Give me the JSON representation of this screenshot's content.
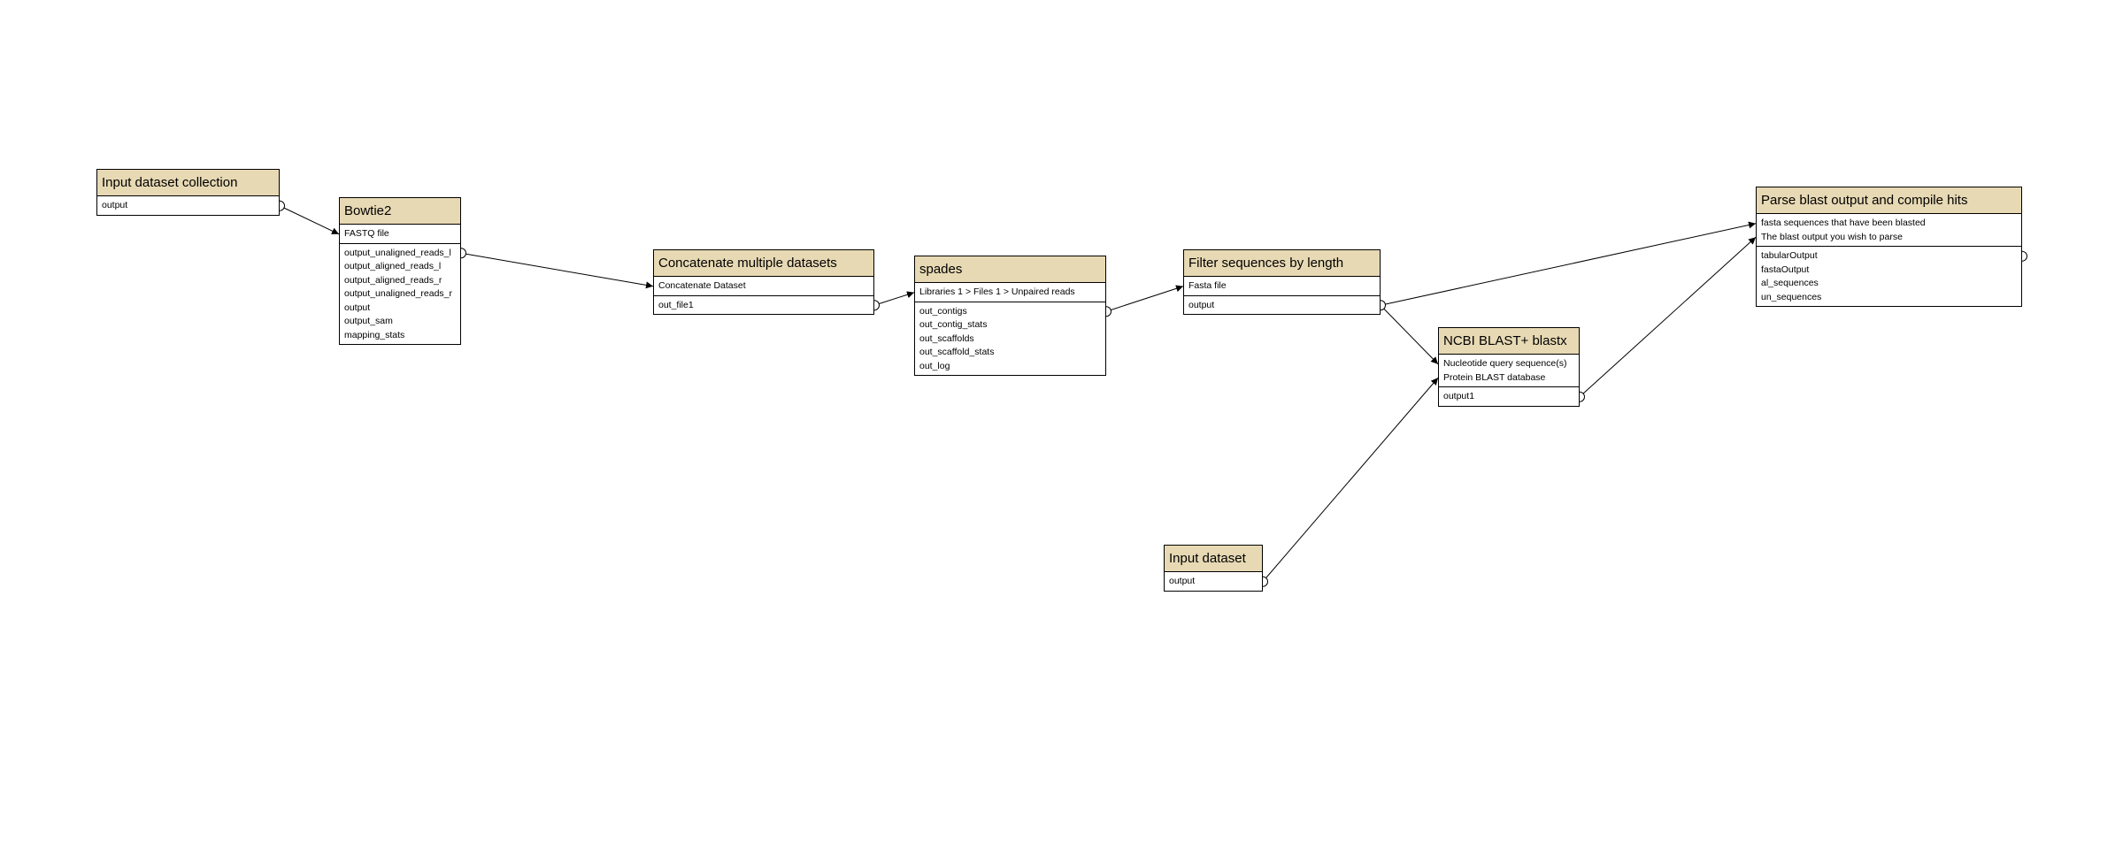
{
  "workflow": {
    "nodes": [
      {
        "id": "input-collection",
        "title": "Input dataset collection",
        "inputs": [],
        "outputs": [
          "output"
        ]
      },
      {
        "id": "bowtie2",
        "title": "Bowtie2",
        "inputs": [
          "FASTQ file"
        ],
        "outputs": [
          "output_unaligned_reads_l",
          "output_aligned_reads_l",
          "output_aligned_reads_r",
          "output_unaligned_reads_r",
          "output",
          "output_sam",
          "mapping_stats"
        ]
      },
      {
        "id": "concatenate",
        "title": "Concatenate multiple datasets",
        "inputs": [
          "Concatenate Dataset"
        ],
        "outputs": [
          "out_file1"
        ]
      },
      {
        "id": "spades",
        "title": "spades",
        "inputs": [
          "Libraries 1 > Files 1 > Unpaired reads"
        ],
        "outputs": [
          "out_contigs",
          "out_contig_stats",
          "out_scaffolds",
          "out_scaffold_stats",
          "out_log"
        ]
      },
      {
        "id": "filter",
        "title": "Filter sequences by length",
        "inputs": [
          "Fasta file"
        ],
        "outputs": [
          "output"
        ]
      },
      {
        "id": "blastx",
        "title": "NCBI BLAST+ blastx",
        "inputs": [
          "Nucleotide query sequence(s)",
          "Protein BLAST database"
        ],
        "outputs": [
          "output1"
        ]
      },
      {
        "id": "input-dataset",
        "title": "Input dataset",
        "inputs": [],
        "outputs": [
          "output"
        ]
      },
      {
        "id": "parse-blast",
        "title": "Parse blast output and compile hits",
        "inputs": [
          "fasta sequences that have been blasted",
          "The blast output you wish to parse"
        ],
        "outputs": [
          "tabularOutput",
          "fastaOutput",
          "al_sequences",
          "un_sequences"
        ]
      }
    ],
    "connections": [
      {
        "from": "input-collection",
        "from_output": 0,
        "to": "bowtie2",
        "to_input": 0
      },
      {
        "from": "bowtie2",
        "from_output": 0,
        "to": "concatenate",
        "to_input": 0
      },
      {
        "from": "concatenate",
        "from_output": 0,
        "to": "spades",
        "to_input": 0
      },
      {
        "from": "spades",
        "from_output": 0,
        "to": "filter",
        "to_input": 0
      },
      {
        "from": "filter",
        "from_output": 0,
        "to": "blastx",
        "to_input": 0
      },
      {
        "from": "input-dataset",
        "from_output": 0,
        "to": "blastx",
        "to_input": 1
      },
      {
        "from": "filter",
        "from_output": 0,
        "to": "parse-blast",
        "to_input": 0
      },
      {
        "from": "blastx",
        "from_output": 0,
        "to": "parse-blast",
        "to_input": 1
      }
    ],
    "colors": {
      "title_bg": "#e7d9b4",
      "border": "#000000",
      "edge": "#000000"
    }
  }
}
